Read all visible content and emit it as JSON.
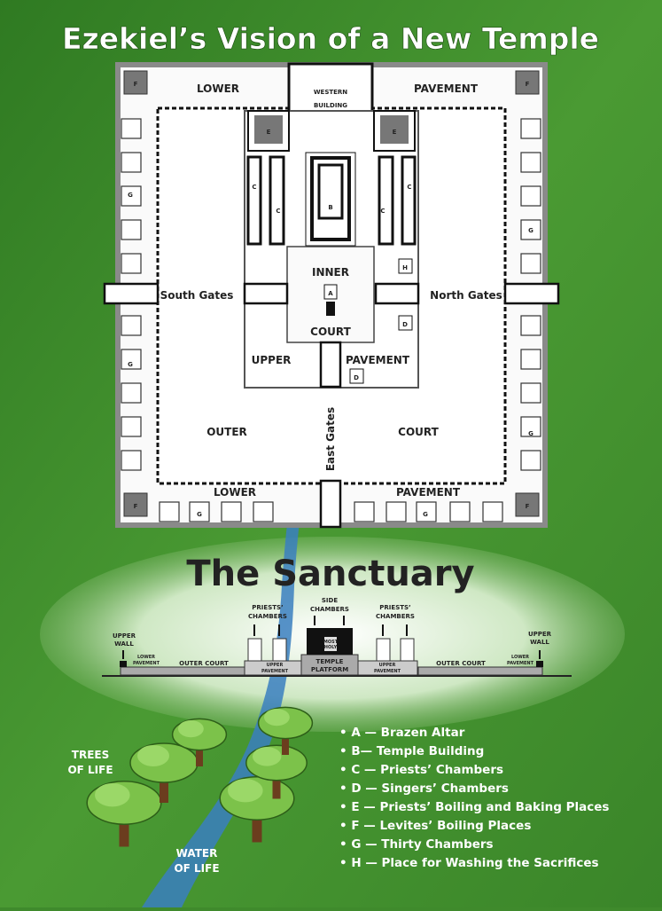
{
  "title": "Ezekiel’s Vision of a New Temple",
  "plan": {
    "lower": "LOWER",
    "pavement": "PAVEMENT",
    "western_building": [
      "WESTERN",
      "BUILDING"
    ],
    "south_gates": "South Gates",
    "north_gates": "North Gates",
    "east_gates": "East Gates",
    "inner": "INNER",
    "court": "COURT",
    "upper": "UPPER",
    "outer": "OUTER",
    "letters": {
      "A": "A",
      "B": "B",
      "C": "C",
      "D": "D",
      "E": "E",
      "F": "F",
      "G": "G",
      "H": "H"
    }
  },
  "sanctuary": {
    "title": "The Sanctuary",
    "upper_wall": [
      "UPPER",
      "WALL"
    ],
    "lower_pavement": [
      "LOWER",
      "PAVEMENT"
    ],
    "outer_court": "OUTER COURT",
    "priests_chambers": [
      "PRIESTS’",
      "CHAMBERS"
    ],
    "side_chambers": [
      "SIDE",
      "CHAMBERS"
    ],
    "upper_pavement": [
      "UPPER",
      "PAVEMENT"
    ],
    "most_holy": [
      "MOST",
      "HOLY"
    ],
    "temple_platform": [
      "TEMPLE",
      "PLATFORM"
    ]
  },
  "scene": {
    "trees_of_life": [
      "TREES",
      "OF LIFE"
    ],
    "water_of_life": [
      "WATER",
      "OF LIFE"
    ]
  },
  "legend": [
    "• A — Brazen Altar",
    "• B— Temple Building",
    "• C — Priests’ Chambers",
    "• D — Singers’ Chambers",
    "• E — Priests’ Boiling and Baking Places",
    "• F — Levites’ Boiling Places",
    "• G — Thirty Chambers",
    "• H — Place for Washing the Sacrifices"
  ],
  "colors": {
    "grass": "#3f8a2c",
    "water": "#3a7fc0",
    "wall": "#8a8a8a"
  }
}
